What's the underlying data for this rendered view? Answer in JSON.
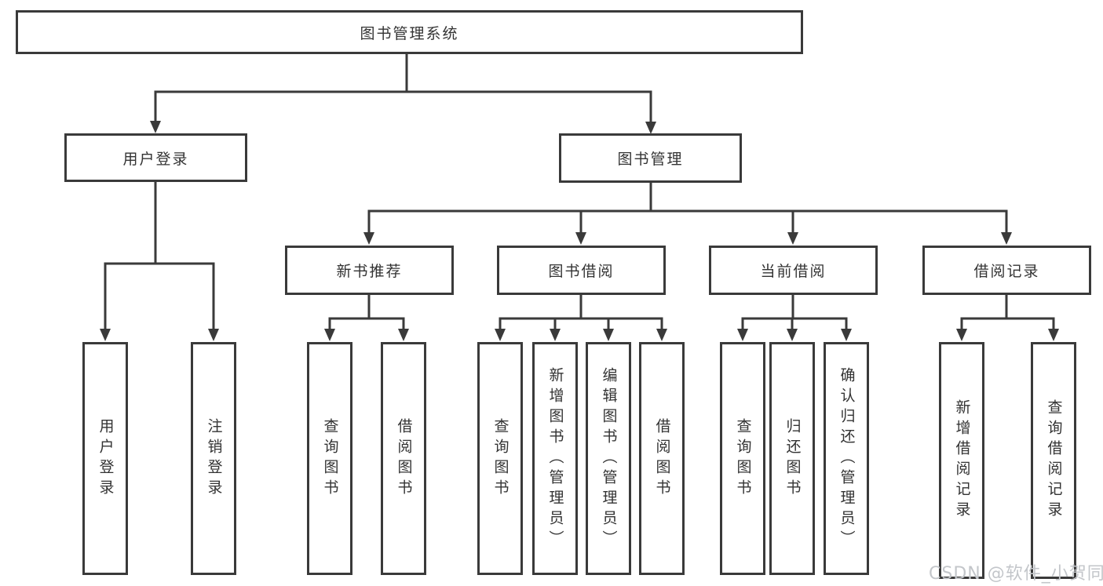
{
  "nodes": {
    "root": {
      "label": "图书管理系统"
    },
    "user_login": {
      "label": "用户登录"
    },
    "book_mgmt": {
      "label": "图书管理"
    },
    "new_book_rec": {
      "label": "新书推荐"
    },
    "book_borrow": {
      "label": "图书借阅"
    },
    "current_borrow": {
      "label": "当前借阅"
    },
    "borrow_record": {
      "label": "借阅记录"
    },
    "leaf_user_login": {
      "label": "用户登录"
    },
    "leaf_logout": {
      "label": "注销登录"
    },
    "leaf_rec_query_book": {
      "label": "查询图书"
    },
    "leaf_rec_borrow_book": {
      "label": "借阅图书"
    },
    "leaf_bb_query_book": {
      "label": "查询图书"
    },
    "leaf_bb_add_book": {
      "label": "新增图书（管理员）"
    },
    "leaf_bb_edit_book": {
      "label": "编辑图书（管理员）"
    },
    "leaf_bb_borrow_book": {
      "label": "借阅图书"
    },
    "leaf_cb_query_book": {
      "label": "查询图书"
    },
    "leaf_cb_return_book": {
      "label": "归还图书"
    },
    "leaf_cb_confirm_return": {
      "label": "确认归还（管理员）"
    },
    "leaf_br_add_record": {
      "label": "新增借阅记录"
    },
    "leaf_br_query_record": {
      "label": "查询借阅记录"
    }
  },
  "hierarchy": {
    "图书管理系统": [
      "用户登录",
      "图书管理"
    ],
    "用户登录": [
      "用户登录",
      "注销登录"
    ],
    "图书管理": [
      "新书推荐",
      "图书借阅",
      "当前借阅",
      "借阅记录"
    ],
    "新书推荐": [
      "查询图书",
      "借阅图书"
    ],
    "图书借阅": [
      "查询图书",
      "新增图书（管理员）",
      "编辑图书（管理员）",
      "借阅图书"
    ],
    "当前借阅": [
      "查询图书",
      "归还图书",
      "确认归还（管理员）"
    ],
    "借阅记录": [
      "新增借阅记录",
      "查询借阅记录"
    ]
  },
  "watermark": {
    "text": "CSDN @软件_小贺同学"
  },
  "colors": {
    "line": "#3a3a3a",
    "box_border": "#3a3a3a",
    "text": "#333333",
    "watermark": "#c3c6ca",
    "background": "#ffffff"
  }
}
